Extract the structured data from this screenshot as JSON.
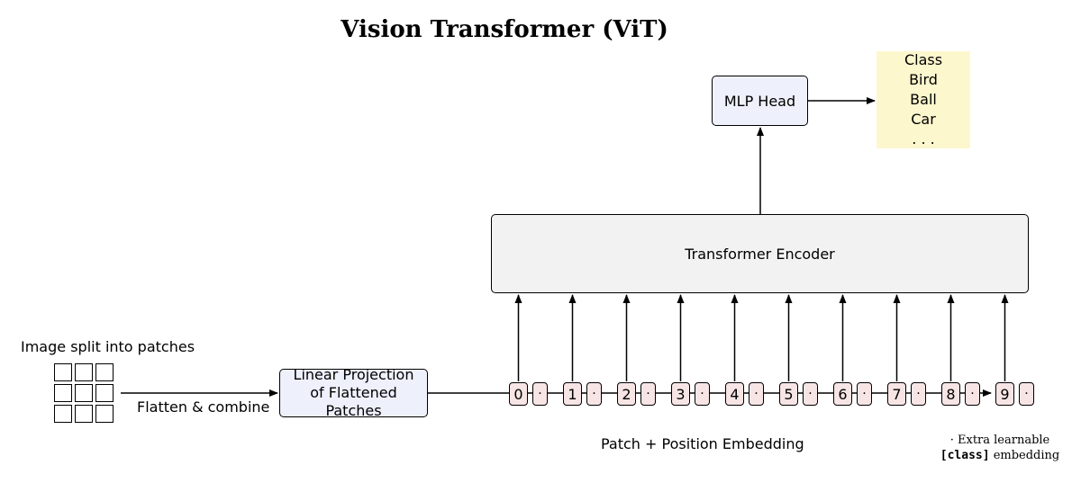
{
  "title": "Vision Transformer (ViT)",
  "input": {
    "label": "Image split into patches",
    "patch_grid": [
      3,
      3
    ]
  },
  "flatten_label": "Flatten & combine",
  "linear_projection": {
    "line1": "Linear Projection",
    "line2": "of Flattened Patches"
  },
  "tokens": [
    "0",
    "1",
    "2",
    "3",
    "4",
    "5",
    "6",
    "7",
    "8",
    "9"
  ],
  "extra_token_symbol": "·",
  "embedding_label": "Patch + Position Embedding",
  "encoder_label": "Transformer Encoder",
  "mlp_head_label": "MLP Head",
  "classes": [
    "Class",
    "Bird",
    "Ball",
    "Car",
    ". . ."
  ],
  "note": {
    "line1": "· Extra learnable",
    "code": "[class]",
    "line2_rest": " embedding"
  },
  "colors": {
    "patch_box": "#eef0fb",
    "token": "#f7e4e4",
    "encoder": "#f2f2f2",
    "classes_bg": "#fdf7cd"
  }
}
